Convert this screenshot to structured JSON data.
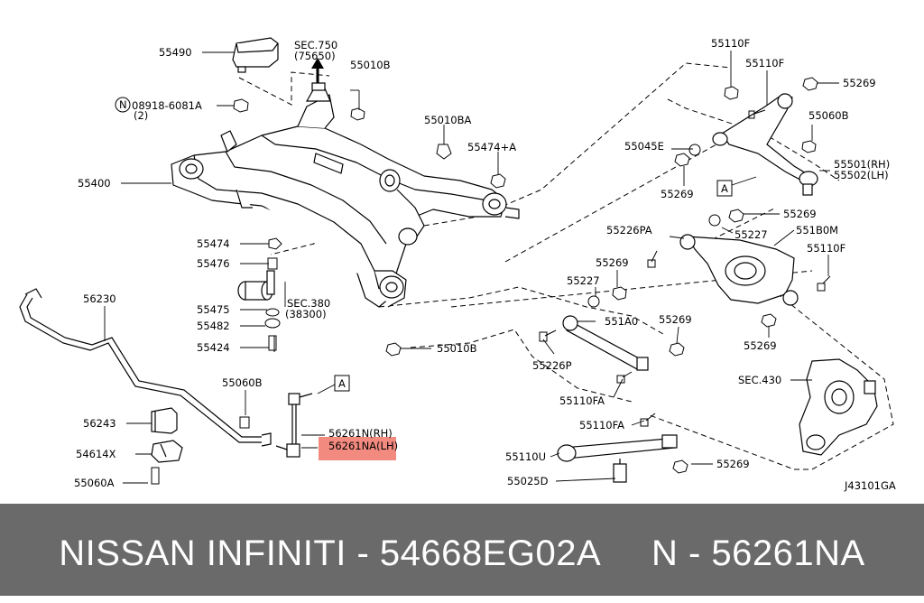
{
  "labels": {
    "p55490": "55490",
    "sec750": "SEC.750",
    "sec750_sub": "(75650)",
    "p55010B_top": "55010B",
    "n08918": "08918-6081A",
    "n08918_qty": "(2)",
    "n08918_prefix": "N",
    "p55010BA": "55010BA",
    "p55474A": "55474+A",
    "p55400": "55400",
    "p55474": "55474",
    "p55476": "55476",
    "sec380": "SEC.380",
    "sec380_sub": "(38300)",
    "p55475": "55475",
    "p55482": "55482",
    "p55424": "55424",
    "p55010B_bot": "55010B",
    "p56230": "56230",
    "p55060B_left": "55060B",
    "p56243": "56243",
    "p54614X": "54614X",
    "p55060A": "55060A",
    "p56261N": "56261N(RH)",
    "p56261NA": "56261NA(LH)",
    "refA_left": "A",
    "p55110F_1": "55110F",
    "p55110F_2": "55110F",
    "p55269_1": "55269",
    "p55060B_right": "55060B",
    "p55045E": "55045E",
    "p55269_2": "55269",
    "p55501": "55501(RH)",
    "p55502": "55502(LH)",
    "refA_right": "A",
    "p55269_3": "55269",
    "p55226PA": "55226PA",
    "p55227_1": "55227",
    "p551B0M": "551B0M",
    "p55110F_3": "55110F",
    "p55269_4": "55269",
    "p55227_2": "55227",
    "p551A0": "551A0",
    "p55269_5": "55269",
    "p55269_6": "55269",
    "p55226P": "55226P",
    "p55110FA_1": "55110FA",
    "sec430": "SEC.430",
    "p55110FA_2": "55110FA",
    "p55110U": "55110U",
    "p55269_7": "55269",
    "p55025D": "55025D",
    "diagram_code": "J43101GA"
  },
  "footer": {
    "brand": "NISSAN INFINITI - 54668EG02A",
    "part": "N - 56261NA"
  },
  "colors": {
    "highlight": "#f28a80",
    "footer_bg": "#6a6a6a",
    "footer_text": "#ffffff"
  }
}
